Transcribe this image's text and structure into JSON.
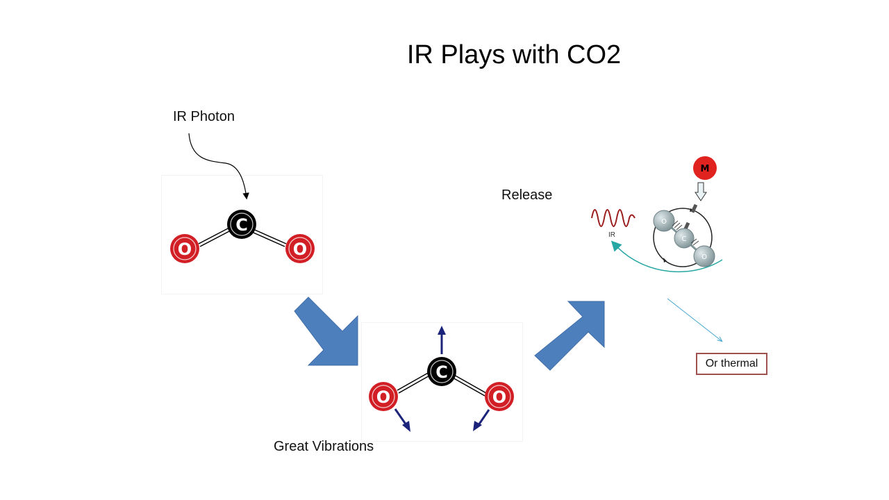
{
  "slide": {
    "title": "IR Plays with CO2",
    "labels": {
      "ir_photon": "IR Photon",
      "release": "Release",
      "great_vibrations": "Great Vibrations",
      "or_thermal": "Or thermal"
    },
    "atoms": {
      "carbon": "C",
      "oxygen": "O",
      "molecule_m": "M",
      "ir_wave_label": "IR"
    },
    "colors": {
      "oxygen_red": "#d21f26",
      "carbon_black": "#000000",
      "block_arrow_blue": "#4e7fbd",
      "vibration_arrow_navy": "#1b237a",
      "emission_teal": "#27a7a3",
      "thermal_arrow": "#45a5cf",
      "thermal_box_border": "#a0504e",
      "ir_wave_red": "#9b1b1b",
      "grey_atom": "#8fa2a6"
    },
    "icons": [
      "curved-photon-arrow",
      "block-arrow-down-right",
      "block-arrow-up-right",
      "vibration-arrow",
      "emission-wave-icon",
      "collision-arrow"
    ]
  }
}
